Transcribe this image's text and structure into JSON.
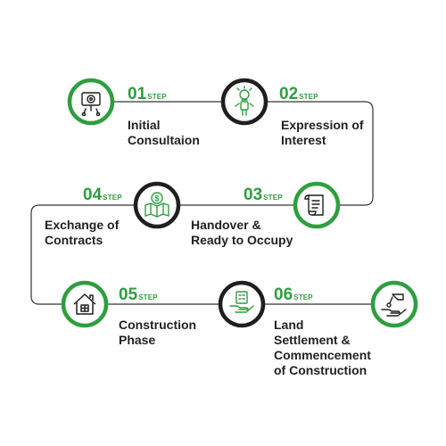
{
  "colors": {
    "accent": "#2e9e3f",
    "dark": "#1f1f1f",
    "line": "#333333"
  },
  "steps": [
    {
      "number": "01",
      "word": "STEP",
      "title": "Initial\nConsultaion",
      "ring": "green",
      "icon": "consultation-icon"
    },
    {
      "number": "02",
      "word": "STEP",
      "title": "Expression of\nInterest",
      "ring": "black",
      "icon": "person-idea-icon"
    },
    {
      "number": "03",
      "word": "STEP",
      "title": "Handover &\nReady to Occupy",
      "ring": "green",
      "icon": "document-scroll-icon"
    },
    {
      "number": "04",
      "word": "STEP",
      "title": "Exchange of\nContracts",
      "ring": "black",
      "icon": "money-map-icon"
    },
    {
      "number": "05",
      "word": "STEP",
      "title": "Construction\nPhase",
      "ring": "green",
      "icon": "house-icon"
    },
    {
      "number": "06",
      "word": "STEP",
      "title": "Land\nSettlement &\nCommencement\nof Construction",
      "ring": "black",
      "icon": "hand-building-icon"
    },
    {
      "number": "",
      "word": "",
      "title": "",
      "ring": "green",
      "icon": "hand-key-icon"
    }
  ]
}
